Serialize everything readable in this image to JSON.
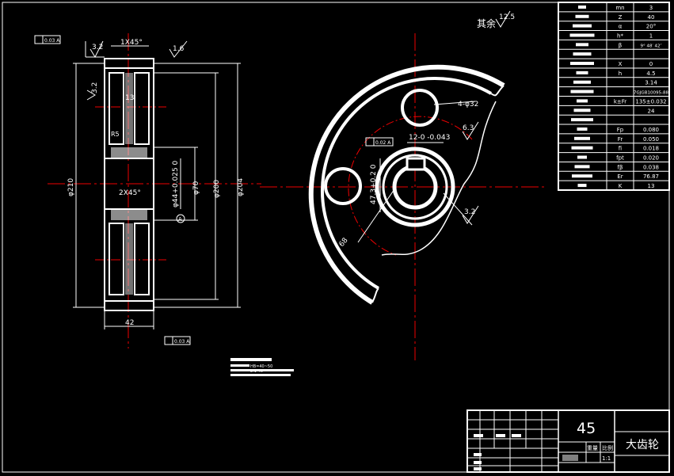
{
  "drawing": {
    "material": "45",
    "part_name": "大齿轮",
    "title_block_labels": {
      "weight": "重量",
      "scale_label": "比例",
      "scale": "1:1"
    },
    "surface_note": {
      "prefix": "其余",
      "value": "12.5"
    }
  },
  "front_view": {
    "chamfer_top": "1X45°",
    "chamfer_hub": "2X45°",
    "roughness_left_top": "3.2",
    "roughness_left_side": "3.2",
    "roughness_right_top": "1.6",
    "width": "42",
    "rib_label": "13",
    "fillet_label": "R5",
    "diameters": {
      "outer": "φ210",
      "root": "φ204",
      "pitch": "φ200",
      "hub": "φ70"
    },
    "bore": "φ44+0.025 0",
    "datum_label": "A",
    "tolerance_top": "0.03 A",
    "tolerance_bottom": "0.03 A"
  },
  "side_view": {
    "holes": "4-φ32",
    "keyway_width": "12-0 -0.043",
    "keyway_depth": "47.3+0.2 0",
    "roughness_keyway": "6.3",
    "roughness_hub": "3.2",
    "radius_label": "68",
    "tolerance": "0.02 A"
  },
  "param_table": {
    "rows": [
      {
        "symbol": "mn",
        "value": "3"
      },
      {
        "symbol": "Z",
        "value": "40"
      },
      {
        "symbol": "α",
        "value": "20°"
      },
      {
        "symbol": "h*",
        "value": "1"
      },
      {
        "symbol": "β",
        "value": "9° 48′ 42″"
      },
      {
        "symbol": "",
        "value": ""
      },
      {
        "symbol": "X",
        "value": "0"
      },
      {
        "symbol": "h",
        "value": "4.5"
      },
      {
        "symbol": "",
        "value": "3.14"
      },
      {
        "symbol": "",
        "value": "7GJGB10095-88"
      },
      {
        "symbol": "k±Fr",
        "value": "135±0.032"
      },
      {
        "symbol": "",
        "value": "24"
      },
      {
        "symbol": "",
        "value": ""
      },
      {
        "symbol": "Fp",
        "value": "0.080"
      },
      {
        "symbol": "Fr",
        "value": "0.050"
      },
      {
        "symbol": "fi",
        "value": "0.018"
      },
      {
        "symbol": "fpt",
        "value": "0.020"
      },
      {
        "symbol": "fβ",
        "value": "0.038"
      },
      {
        "symbol": "Er",
        "value": "76.87"
      },
      {
        "symbol": "K",
        "value": "13"
      }
    ]
  },
  "tech_notes": {
    "line1": "HB=40~50",
    "line2": "2.1-45"
  }
}
